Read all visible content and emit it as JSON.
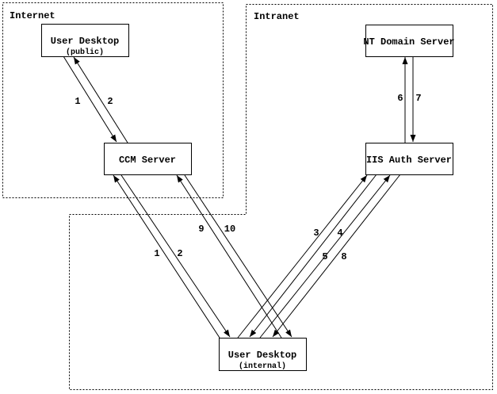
{
  "diagram": {
    "regions": {
      "internet": {
        "label": "Internet"
      },
      "intranet": {
        "label": "Intranet"
      }
    },
    "nodes": {
      "user_desktop_public": {
        "title": "User Desktop",
        "subtitle": "(public)"
      },
      "ccm_server": {
        "title": "CCM Server"
      },
      "nt_domain_server": {
        "title": "NT Domain Server"
      },
      "iis_auth_server": {
        "title": "IIS Auth Server"
      },
      "user_desktop_internal": {
        "title": "User Desktop",
        "subtitle": "(internal)"
      }
    },
    "arrow_labels": {
      "public_1": "1",
      "public_2": "2",
      "internal_1": "1",
      "internal_2": "2",
      "step_3": "3",
      "step_4": "4",
      "step_5": "5",
      "step_6": "6",
      "step_7": "7",
      "step_8": "8",
      "step_9": "9",
      "step_10": "10"
    },
    "edges": [
      {
        "label": "1",
        "from": "User Desktop (public)",
        "to": "CCM Server"
      },
      {
        "label": "2",
        "from": "CCM Server",
        "to": "User Desktop (public)"
      },
      {
        "label": "1",
        "from": "User Desktop (internal)",
        "to": "CCM Server"
      },
      {
        "label": "2",
        "from": "CCM Server",
        "to": "User Desktop (internal)"
      },
      {
        "label": "3",
        "from": "User Desktop (internal)",
        "to": "IIS Auth Server"
      },
      {
        "label": "4",
        "from": "IIS Auth Server",
        "to": "User Desktop (internal)"
      },
      {
        "label": "5",
        "from": "User Desktop (internal)",
        "to": "IIS Auth Server"
      },
      {
        "label": "6",
        "from": "IIS Auth Server",
        "to": "NT Domain Server"
      },
      {
        "label": "7",
        "from": "NT Domain Server",
        "to": "IIS Auth Server"
      },
      {
        "label": "8",
        "from": "IIS Auth Server",
        "to": "User Desktop (internal)"
      },
      {
        "label": "9",
        "from": "User Desktop (internal)",
        "to": "CCM Server"
      },
      {
        "label": "10",
        "from": "CCM Server",
        "to": "User Desktop (internal)"
      }
    ]
  }
}
